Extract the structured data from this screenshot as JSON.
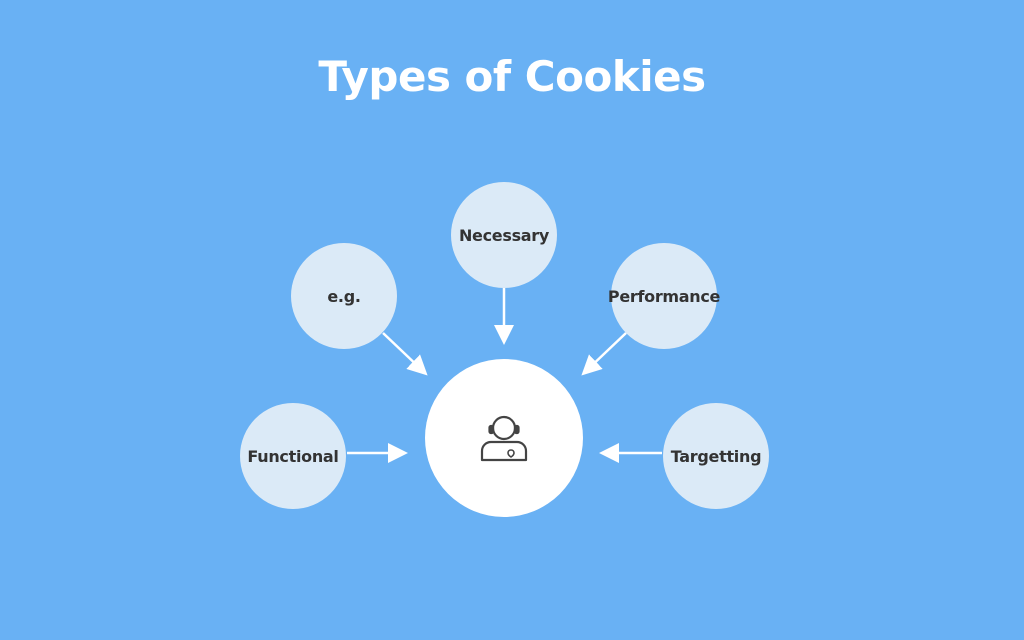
{
  "title": "Types of Cookies",
  "colors": {
    "background": "#69b1f4",
    "node_fill": "#dbeaf7",
    "hub_fill": "#ffffff",
    "arrow": "#ffffff",
    "text": "#333333"
  },
  "hub": {
    "icon": "user-headset-icon"
  },
  "nodes": [
    {
      "id": "necessary",
      "label": "Necessary"
    },
    {
      "id": "eg",
      "label": "e.g."
    },
    {
      "id": "performance",
      "label": "Performance"
    },
    {
      "id": "functional",
      "label": "Functional"
    },
    {
      "id": "targetting",
      "label": "Targetting"
    }
  ]
}
